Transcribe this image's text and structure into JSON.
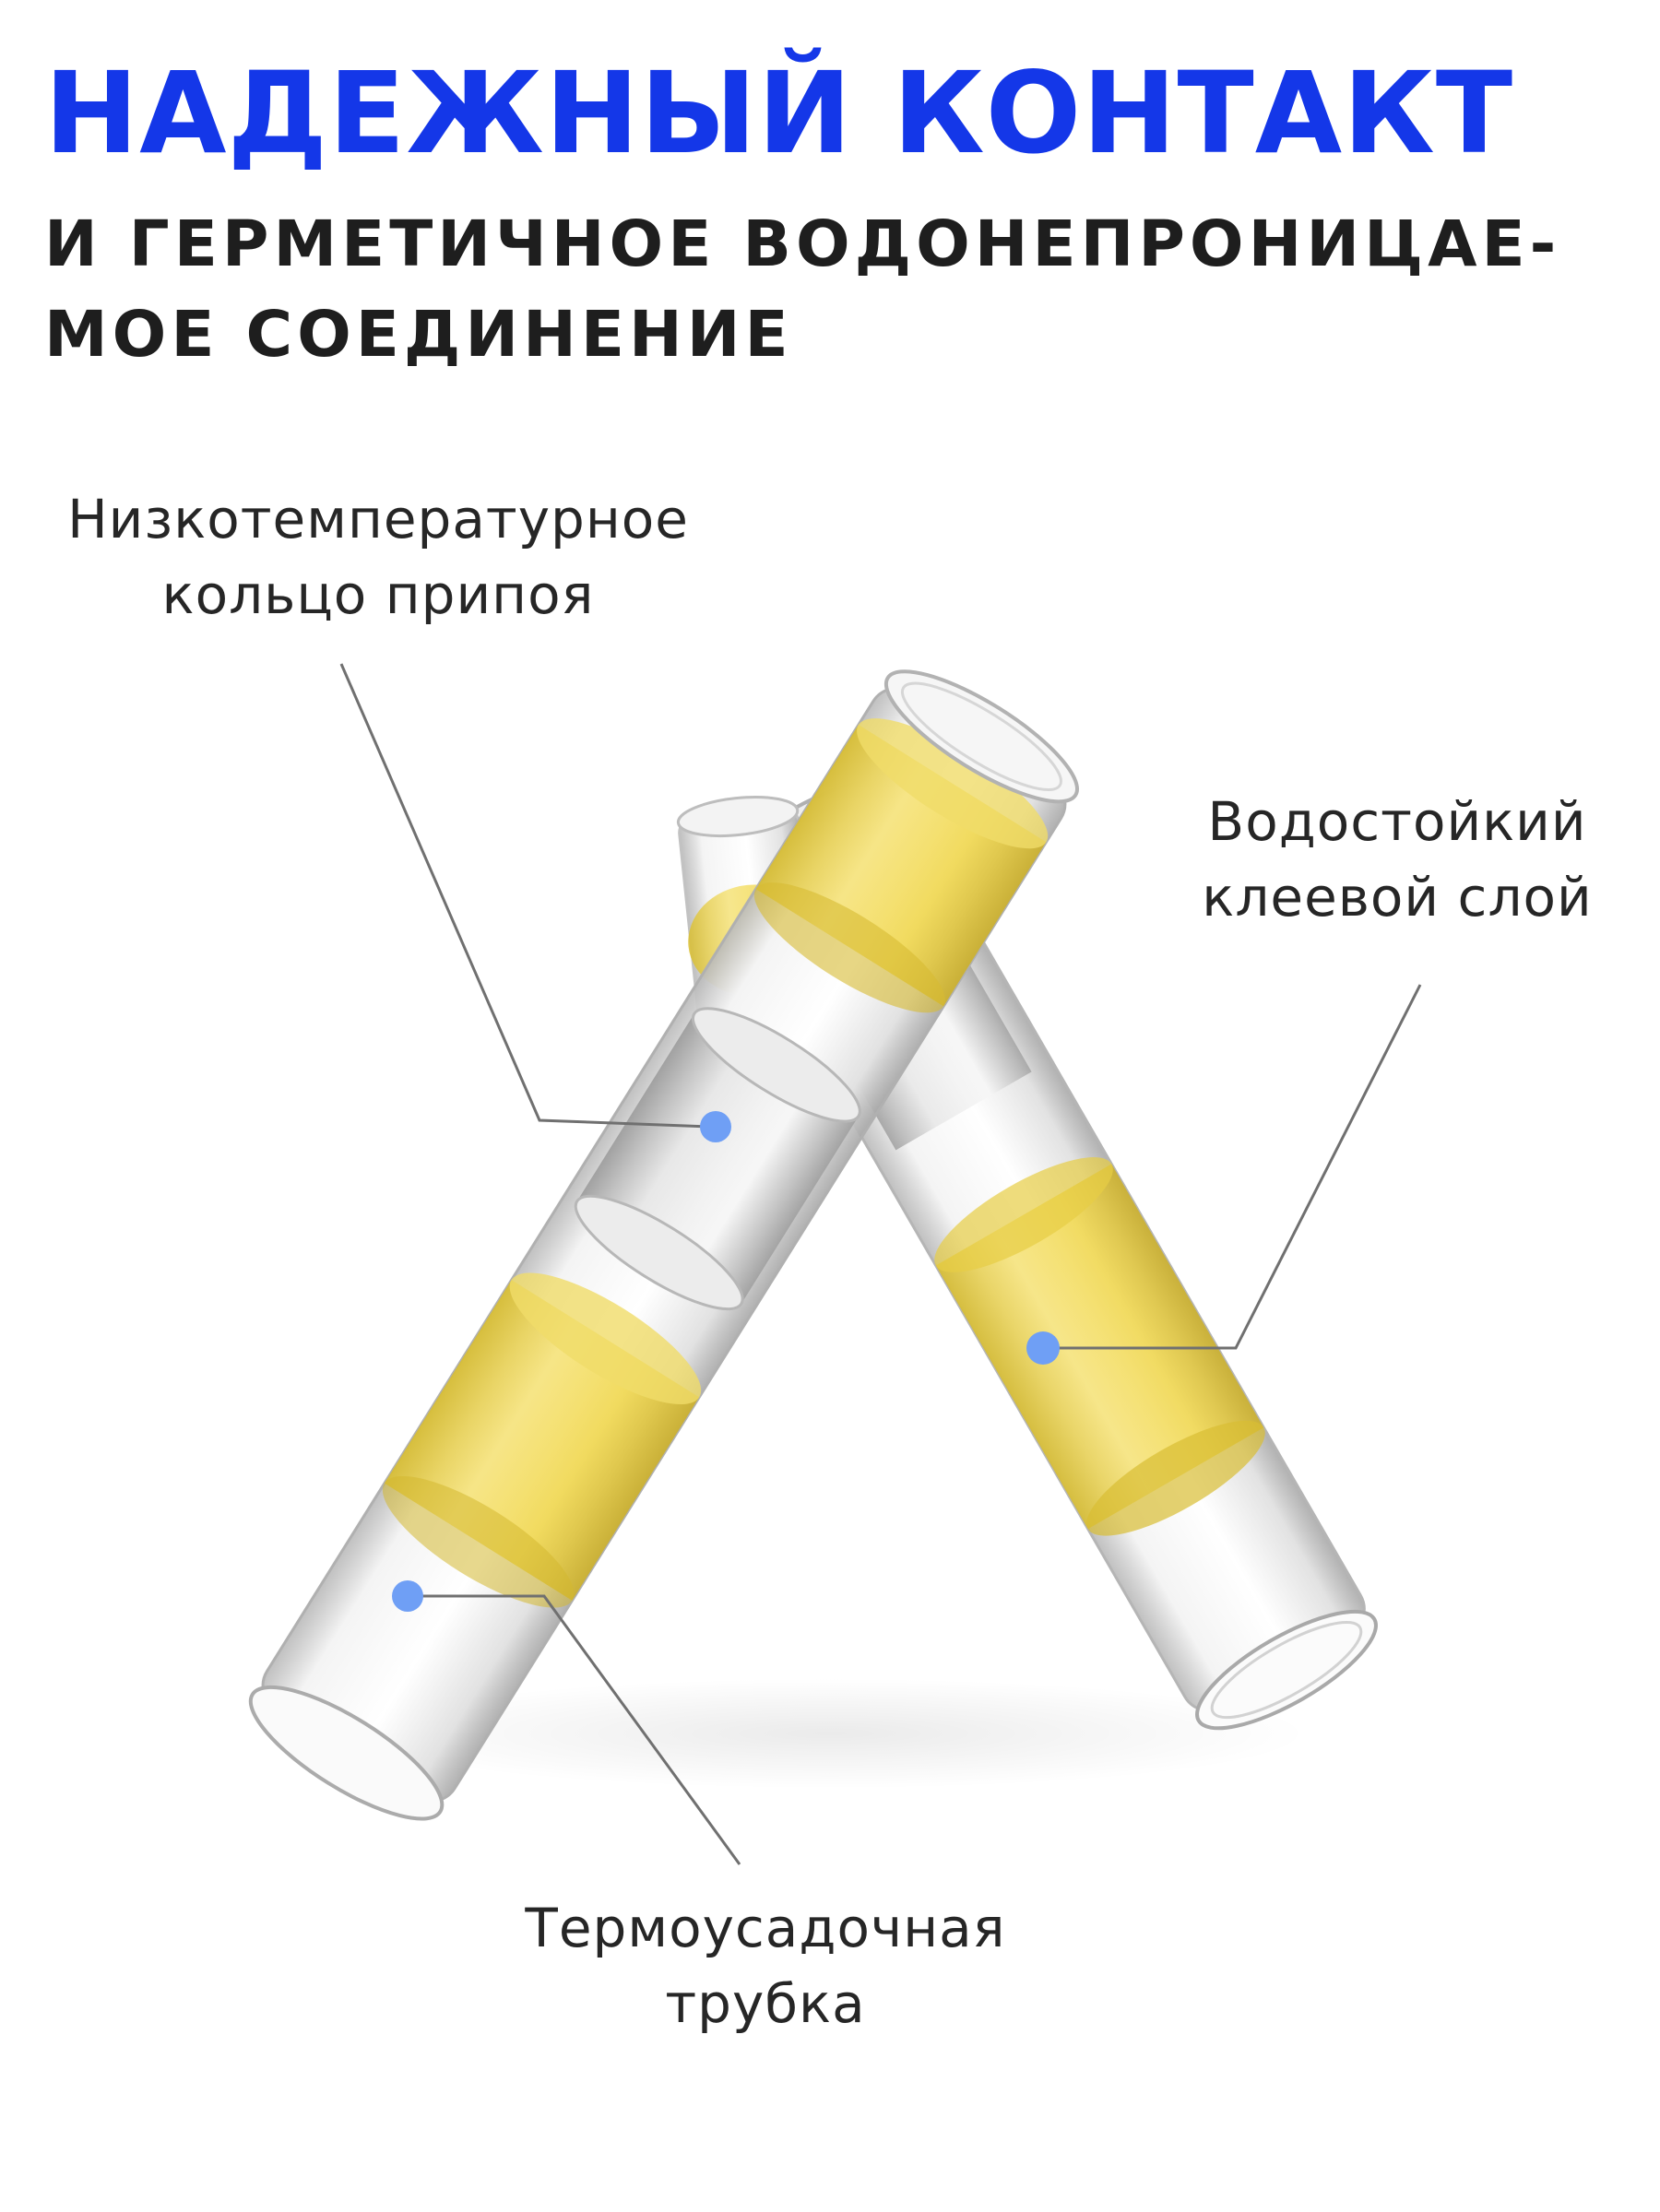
{
  "header": {
    "title": "НАДЕЖНЫЙ КОНТАКТ",
    "subtitle_line1": "И ГЕРМЕТИЧНОЕ ВОДОНЕПРОНИЦАЕ-",
    "subtitle_line2": "МОЕ СОЕДИНЕНИЕ"
  },
  "callouts": {
    "solder_ring": {
      "line1": "Низкотемпературное",
      "line2": "кольцо припоя"
    },
    "adhesive": {
      "line1": "Водостойкий",
      "line2": "клеевой слой"
    },
    "tube": {
      "line1": "Термоусадочная",
      "line2": "трубка"
    }
  },
  "colors": {
    "title": "#1437e8",
    "subtitle": "#1e1e1e",
    "callout_dot": "#6f9ff5",
    "leader_line": "#707070",
    "sleeve_yellow": "#f3dd5a"
  }
}
